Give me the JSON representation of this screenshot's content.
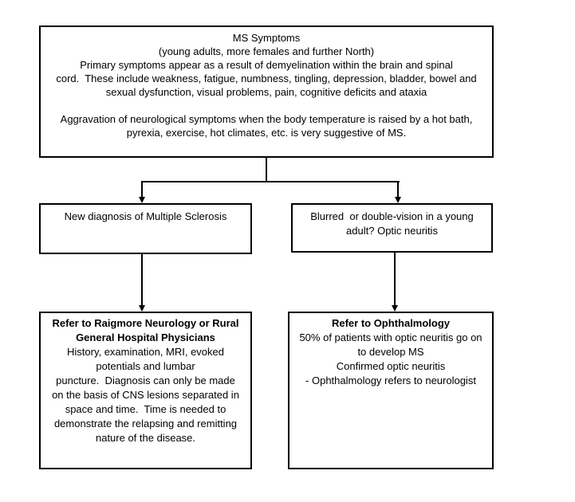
{
  "flowchart": {
    "colors": {
      "background": "#ffffff",
      "border": "#000000",
      "text": "#000000"
    },
    "symptoms_box": {
      "lines": [
        "MS Symptoms",
        "(young adults, more females and further North)",
        "Primary symptoms appear as a result of demyelination within the brain and spinal",
        "cord.  These include weakness, fatigue, numbness, tingling, depression, bladder, bowel and",
        "sexual dysfunction, visual problems, pain, cognitive deficits and ataxia",
        "",
        "Aggravation of neurological symptoms when the body temperature is raised by a hot bath,",
        "pyrexia, exercise, hot climates, etc. is very suggestive of MS."
      ]
    },
    "new_diagnosis_box": {
      "lines": [
        "New diagnosis of Multiple Sclerosis"
      ]
    },
    "optic_neuritis_box": {
      "lines": [
        "Blurred  or double-vision in a young",
        "adult? Optic neuritis"
      ]
    },
    "neurology_referral_box": {
      "title_lines": [
        "Refer to Raigmore Neurology or Rural",
        "General Hospital Physicians"
      ],
      "body_lines": [
        "History, examination, MRI, evoked",
        "potentials and lumbar",
        "puncture.  Diagnosis can only be made",
        "on the basis of CNS lesions separated in",
        "space and time.  Time is needed to",
        "demonstrate the relapsing and remitting",
        "nature of the disease."
      ]
    },
    "ophthalmology_referral_box": {
      "title_lines": [
        "Refer to Ophthalmology"
      ],
      "body_lines": [
        "50% of patients with optic neuritis go on",
        "to develop MS",
        "Confirmed optic neuritis",
        "- Ophthalmology refers to neurologist"
      ]
    }
  }
}
